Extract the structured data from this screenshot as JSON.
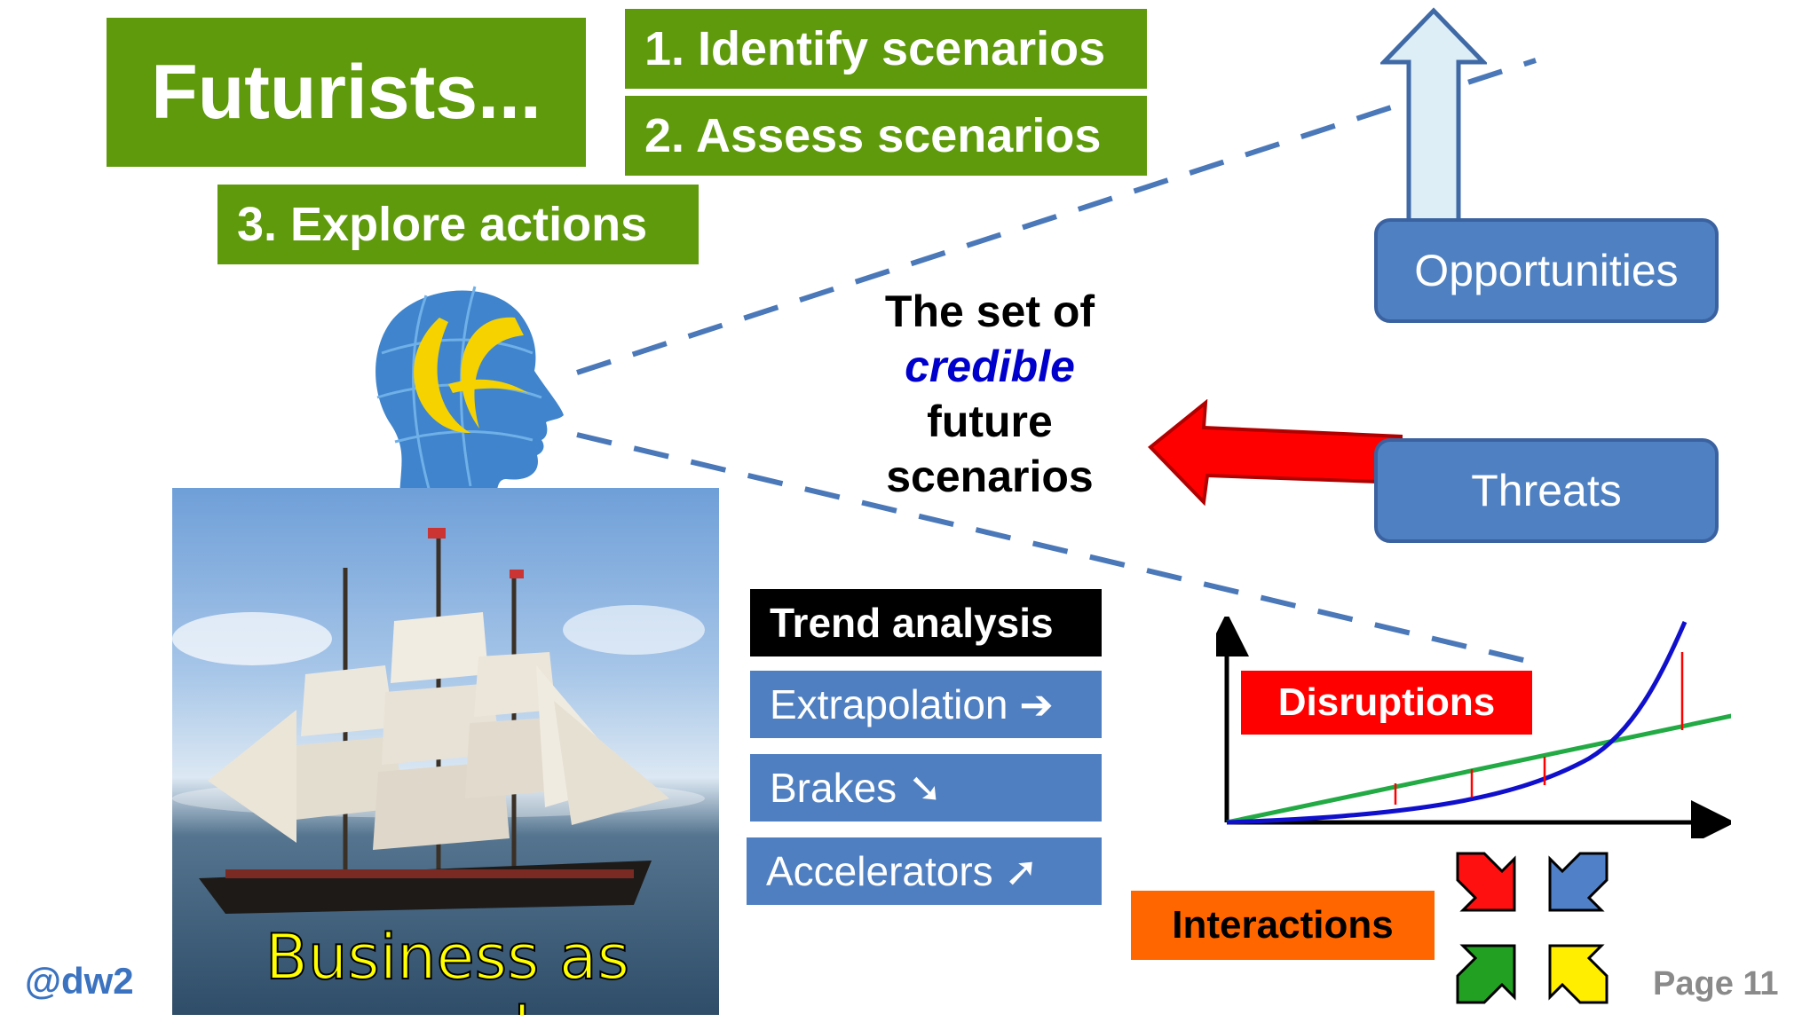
{
  "title": "Futurists...",
  "steps": [
    "1. Identify scenarios",
    "2. Assess scenarios",
    "3. Explore actions"
  ],
  "center": {
    "line1": "The set of",
    "line2": "credible",
    "line3": "future",
    "line4": "scenarios"
  },
  "opportunities": "Opportunities",
  "threats": "Threats",
  "trend": {
    "header": "Trend analysis",
    "items": [
      "Extrapolation ➔",
      "Brakes ➘",
      "Accelerators ➚"
    ]
  },
  "disruptions": "Disruptions",
  "interactions": "Interactions",
  "ship_caption": "Business as usual",
  "handle": "@dw2",
  "page": "Page 11",
  "colors": {
    "green": "#5e9a0b",
    "blue": "#4f7fc1",
    "red": "#ff0000",
    "orange": "#ff6600",
    "credible": "#0000cc"
  }
}
